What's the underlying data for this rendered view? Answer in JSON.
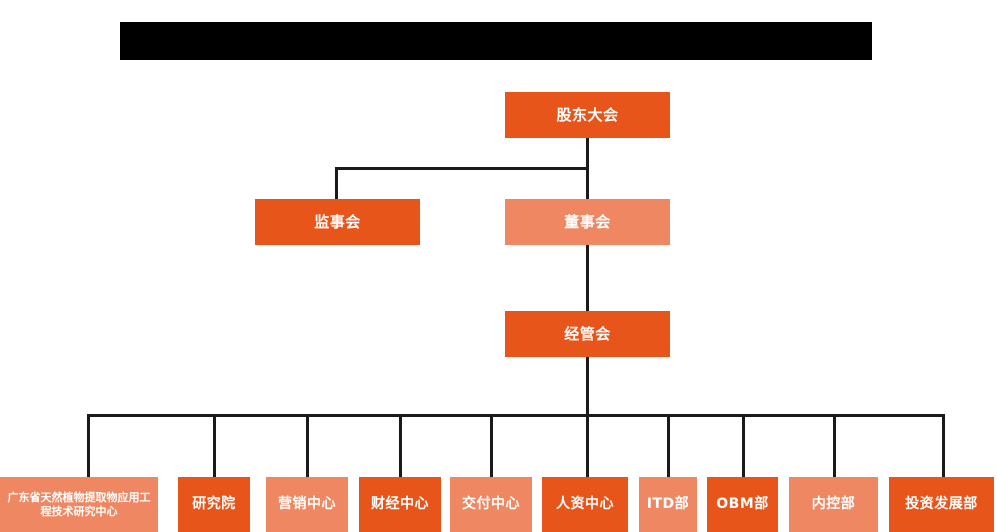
{
  "header": {
    "redaction_label": ""
  },
  "colors": {
    "dark_orange": "#E8551B",
    "light_orange": "#EF8862",
    "line": "#1a1a1a",
    "background": "#ffffff",
    "redaction": "#000000"
  },
  "org": {
    "level1": {
      "label": "股东大会",
      "tone": "dark"
    },
    "level2": [
      {
        "label": "监事会",
        "tone": "dark"
      },
      {
        "label": "董事会",
        "tone": "light"
      }
    ],
    "level3": {
      "label": "经管会",
      "tone": "dark"
    },
    "level4": [
      {
        "label": "广东省天然植物提取物应用工程技术研究中心",
        "tone": "light"
      },
      {
        "label": "研究院",
        "tone": "dark"
      },
      {
        "label": "营销中心",
        "tone": "light"
      },
      {
        "label": "财经中心",
        "tone": "dark"
      },
      {
        "label": "交付中心",
        "tone": "light"
      },
      {
        "label": "人资中心",
        "tone": "dark"
      },
      {
        "label": "ITD部",
        "tone": "light"
      },
      {
        "label": "OBM部",
        "tone": "dark"
      },
      {
        "label": "内控部",
        "tone": "light"
      },
      {
        "label": "投资发展部",
        "tone": "dark"
      }
    ]
  }
}
